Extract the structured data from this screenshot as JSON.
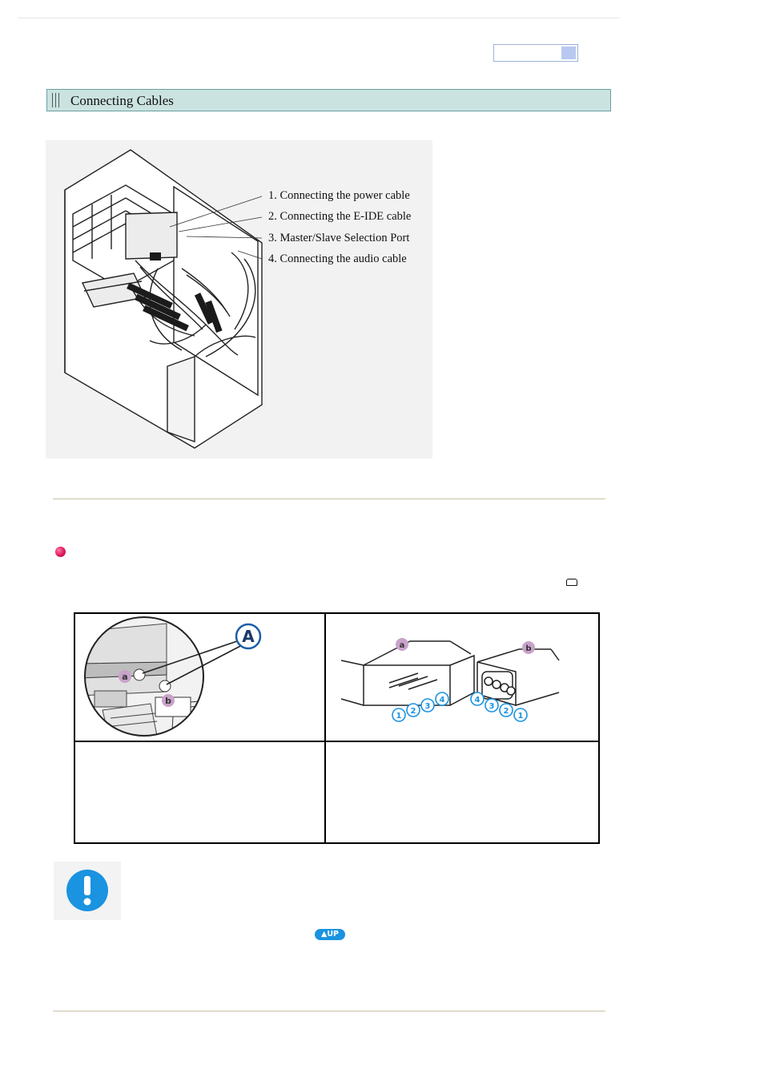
{
  "section": {
    "title": "Connecting Cables"
  },
  "figure1": {
    "callouts": [
      "1. Connecting the power cable",
      "2. Connecting the E-IDE cable",
      "3. Master/Slave Selection Port",
      "4. Connecting the audio cable"
    ]
  },
  "connectors": {
    "marker": "A",
    "label_a": "a",
    "label_b": "b",
    "pins_a": [
      "1",
      "2",
      "3",
      "4"
    ],
    "pins_b": [
      "4",
      "3",
      "2",
      "1"
    ]
  },
  "icons": {
    "bullet": "red-bullet-icon",
    "drive": "drive-icon",
    "caution": "caution-exclamation-icon",
    "up": "up-arrow-icon"
  },
  "up_button": {
    "label": "UP"
  },
  "colors": {
    "header_bg": "#cbe3e0",
    "accent_blue": "#1a93e0",
    "bullet_red": "#e0175d",
    "label_purple": "#c9a2c9"
  }
}
